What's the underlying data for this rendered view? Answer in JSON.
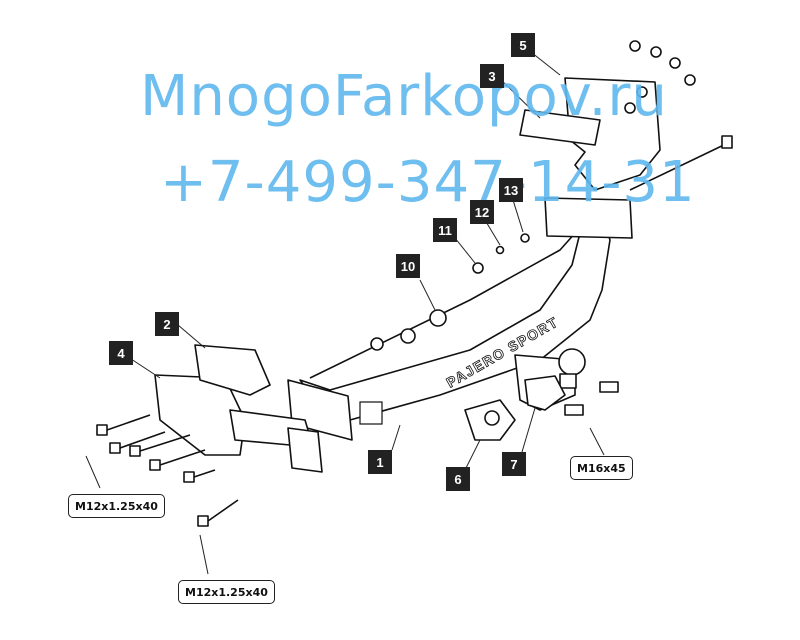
{
  "watermark": {
    "site": "MnogoFarkopov.ru",
    "phone": "+7-499-347-14-31",
    "color": "#5fb8ee"
  },
  "bar_marking": "PAJERO SPORT",
  "callouts": [
    "1",
    "2",
    "3",
    "4",
    "5",
    "6",
    "7",
    "10",
    "11",
    "12",
    "13"
  ],
  "dimension_labels": {
    "bolt_left": "M12x1.25x40",
    "bolt_bottom": "M12x1.25x40",
    "bolt_ball": "M16x45"
  }
}
